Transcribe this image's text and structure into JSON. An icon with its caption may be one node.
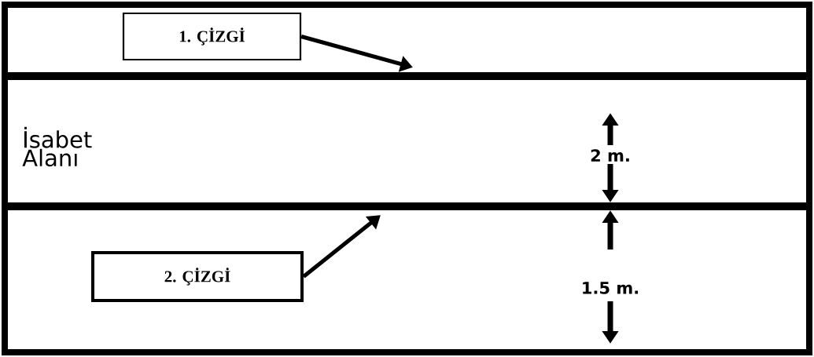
{
  "diagram": {
    "nodes": [
      {
        "text": [
          "1. ÇİZGİ"
        ]
      },
      {
        "text": [],
        "shape": "bar"
      },
      {
        "text": [
          "2. ÇİZGİ"
        ]
      },
      {
        "text": [],
        "shape": "bar"
      }
    ],
    "edges": [
      {
        "from": 0,
        "to": 1,
        "arrow": "to"
      },
      {
        "from": 2,
        "to": 3,
        "arrow": "to"
      }
    ],
    "labels": [
      "İsabet Alanı",
      "2 m.",
      "1.5 m."
    ]
  }
}
